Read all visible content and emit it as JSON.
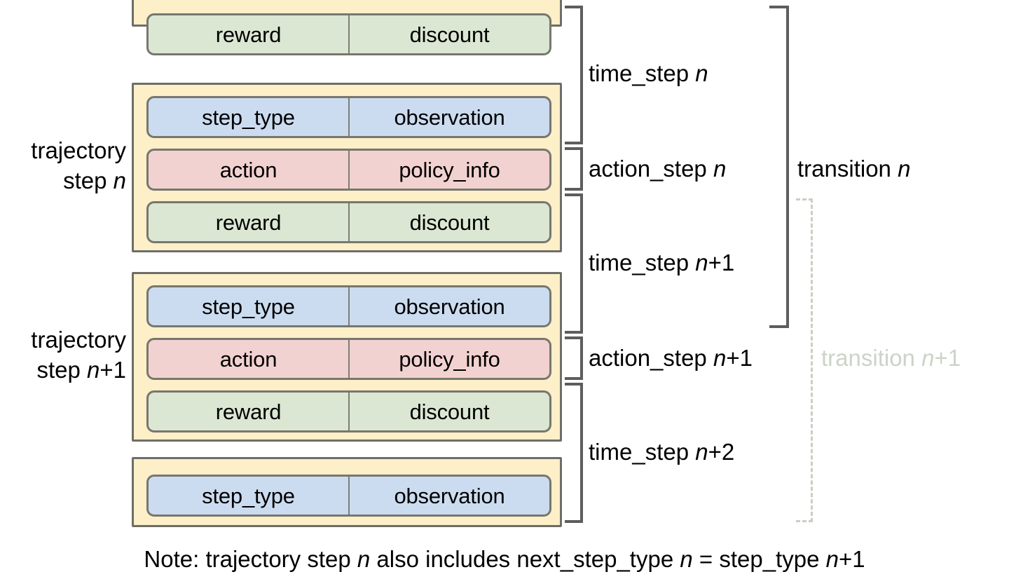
{
  "diagram": {
    "title": "TF-Agents trajectory / transition structure",
    "colors": {
      "container_fill": "#fdefc8",
      "container_border": "#6e6e68",
      "timestep_fill": "#ccdcf0",
      "action_fill": "#f2d2d0",
      "reward_fill": "#dbe7d2",
      "field_border": "#77776f",
      "bracket_stroke": "#5d5d5d",
      "faded_stroke": "#c9cfc4",
      "faded_text": "#ccd3c7",
      "text": "#000000"
    }
  },
  "rows": [
    {
      "id": "reward-row-0",
      "kind": "reward",
      "left": "reward",
      "right": "discount"
    },
    {
      "id": "timestep-row-1",
      "kind": "timestep",
      "left": "step_type",
      "right": "observation"
    },
    {
      "id": "action-row-1",
      "kind": "action",
      "left": "action",
      "right": "policy_info"
    },
    {
      "id": "reward-row-1",
      "kind": "reward",
      "left": "reward",
      "right": "discount"
    },
    {
      "id": "timestep-row-2",
      "kind": "timestep",
      "left": "step_type",
      "right": "observation"
    },
    {
      "id": "action-row-2",
      "kind": "action",
      "left": "action",
      "right": "policy_info"
    },
    {
      "id": "reward-row-2",
      "kind": "reward",
      "left": "reward",
      "right": "discount"
    },
    {
      "id": "timestep-row-3",
      "kind": "timestep",
      "left": "step_type",
      "right": "observation"
    }
  ],
  "left_labels": [
    {
      "id": "traj-step-n",
      "line1": "trajectory",
      "line2_text": "step ",
      "line2_var": "n",
      "line2_suffix": ""
    },
    {
      "id": "traj-step-n-1",
      "line1": "trajectory",
      "line2_text": "step ",
      "line2_var": "n",
      "line2_suffix": "+1"
    }
  ],
  "bracket_labels": [
    {
      "id": "time-step-n",
      "text": "time_step ",
      "var": "n",
      "suffix": ""
    },
    {
      "id": "action-step-n",
      "text": "action_step ",
      "var": "n",
      "suffix": ""
    },
    {
      "id": "time-step-n1",
      "text": "time_step ",
      "var": "n",
      "suffix": "+1"
    },
    {
      "id": "action-step-n1",
      "text": "action_step ",
      "var": "n",
      "suffix": "+1"
    },
    {
      "id": "time-step-n2",
      "text": "time_step ",
      "var": "n",
      "suffix": "+2"
    },
    {
      "id": "transition-n",
      "text": "transition ",
      "var": "n",
      "suffix": ""
    },
    {
      "id": "transition-n1",
      "text": "transition ",
      "var": "n",
      "suffix": "+1"
    }
  ],
  "note": {
    "part1": "Note: trajectory step ",
    "var1": "n",
    "part2": " also includes next_step_type ",
    "var2": "n",
    "part3": " = step_type ",
    "var3": "n",
    "part4": "+1"
  }
}
